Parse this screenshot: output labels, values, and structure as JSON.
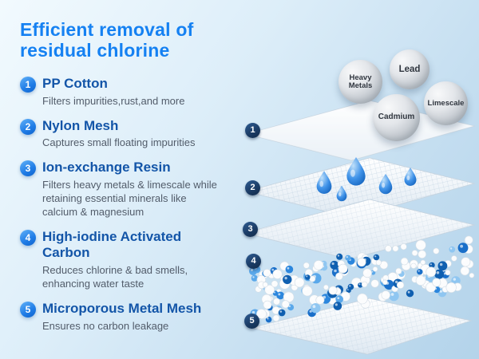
{
  "title": "Efficient removal of residual chlorine",
  "steps": [
    {
      "num": "1",
      "heading": "PP Cotton",
      "desc": "Filters impurities,rust,and more"
    },
    {
      "num": "2",
      "heading": "Nylon Mesh",
      "desc": "Captures small floating impurities"
    },
    {
      "num": "3",
      "heading": "Ion-exchange Resin",
      "desc": "Filters heavy metals & limescale while retaining essential minerals like calcium & magnesium"
    },
    {
      "num": "4",
      "heading": "High-iodine Activated Carbon",
      "desc": "Reduces chlorine & bad smells, enhancing water taste"
    },
    {
      "num": "5",
      "heading": "Microporous Metal Mesh",
      "desc": "Ensures no carbon leakage"
    }
  ],
  "contaminants": [
    {
      "label": "Heavy Metals"
    },
    {
      "label": "Lead"
    },
    {
      "label": "Cadmium"
    },
    {
      "label": "Limescale"
    }
  ],
  "layer_markers": [
    "1",
    "2",
    "3",
    "4",
    "5"
  ],
  "colors": {
    "title_blue": "#1581f2",
    "heading_blue": "#1355a8",
    "body_text_gray": "#525c6a",
    "step_circle_blue": "#1f7ce6",
    "layer_badge_navy": "#1c3d67",
    "droplet_blue": "#2b86dd",
    "background_top": "#f2fafe",
    "background_bottom": "#b3d3ea"
  }
}
